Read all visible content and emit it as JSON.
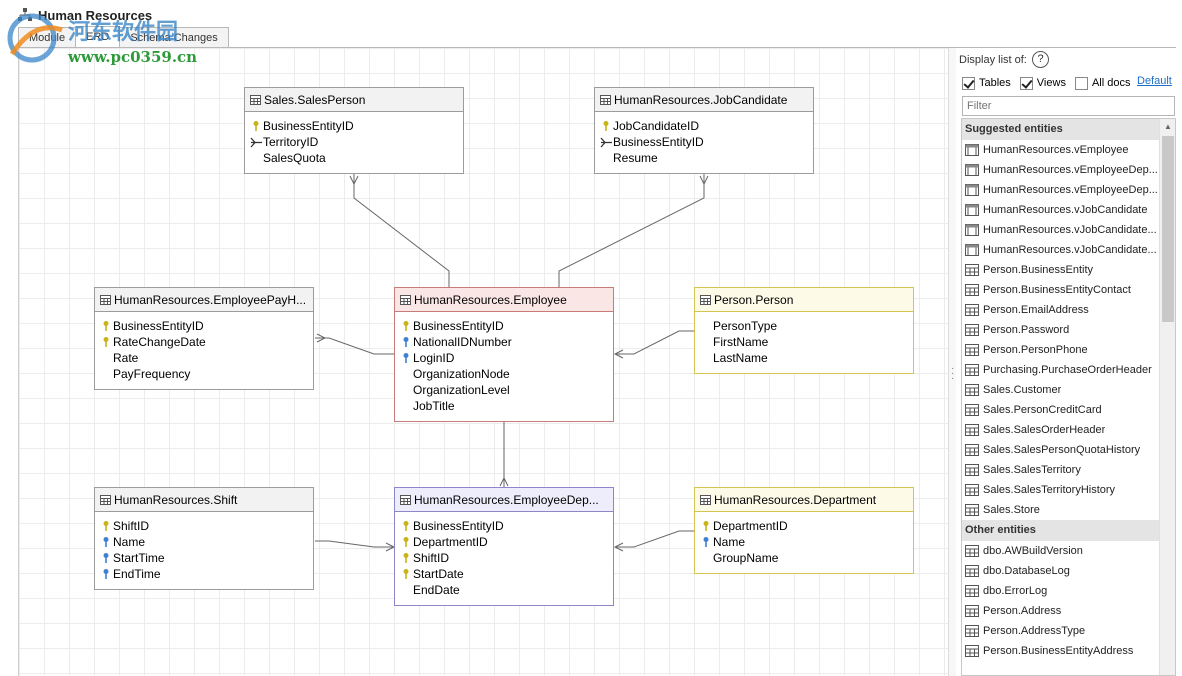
{
  "window": {
    "title": "Human Resources",
    "tabs": [
      "Module",
      "ERD",
      "Schema Changes"
    ],
    "active_tab": "ERD"
  },
  "watermark": {
    "brand": "河东软件园",
    "url": "www.pc0359.cn"
  },
  "entities": {
    "salesperson": {
      "title": "Sales.SalesPerson",
      "fields": [
        "BusinessEntityID",
        "TerritoryID",
        "SalesQuota"
      ]
    },
    "jobcandidate": {
      "title": "HumanResources.JobCandidate",
      "fields": [
        "JobCandidateID",
        "BusinessEntityID",
        "Resume"
      ]
    },
    "payhistory": {
      "title": "HumanResources.EmployeePayH...",
      "fields": [
        "BusinessEntityID",
        "RateChangeDate",
        "Rate",
        "PayFrequency"
      ]
    },
    "employee": {
      "title": "HumanResources.Employee",
      "fields": [
        "BusinessEntityID",
        "NationalIDNumber",
        "LoginID",
        "OrganizationNode",
        "OrganizationLevel",
        "JobTitle"
      ]
    },
    "person": {
      "title": "Person.Person",
      "fields": [
        "PersonType",
        "FirstName",
        "LastName"
      ]
    },
    "shift": {
      "title": "HumanResources.Shift",
      "fields": [
        "ShiftID",
        "Name",
        "StartTime",
        "EndTime"
      ]
    },
    "deptHistory": {
      "title": "HumanResources.EmployeeDep...",
      "fields": [
        "BusinessEntityID",
        "DepartmentID",
        "ShiftID",
        "StartDate",
        "EndDate"
      ]
    },
    "department": {
      "title": "HumanResources.Department",
      "fields": [
        "DepartmentID",
        "Name",
        "GroupName"
      ]
    }
  },
  "panel": {
    "display_label": "Display list of:",
    "help": "?",
    "tables_label": "Tables",
    "views_label": "Views",
    "alldocs_label": "All docs",
    "tables_checked": true,
    "views_checked": true,
    "alldocs_checked": false,
    "default_link": "Default",
    "filter_placeholder": "Filter",
    "suggested_header": "Suggested entities",
    "suggested": [
      "HumanResources.vEmployee",
      "HumanResources.vEmployeeDep...",
      "HumanResources.vEmployeeDep...",
      "HumanResources.vJobCandidate",
      "HumanResources.vJobCandidate...",
      "HumanResources.vJobCandidate...",
      "Person.BusinessEntity",
      "Person.BusinessEntityContact",
      "Person.EmailAddress",
      "Person.Password",
      "Person.PersonPhone",
      "Purchasing.PurchaseOrderHeader",
      "Sales.Customer",
      "Sales.PersonCreditCard",
      "Sales.SalesOrderHeader",
      "Sales.SalesPersonQuotaHistory",
      "Sales.SalesTerritory",
      "Sales.SalesTerritoryHistory",
      "Sales.Store"
    ],
    "other_header": "Other entities",
    "other": [
      "dbo.AWBuildVersion",
      "dbo.DatabaseLog",
      "dbo.ErrorLog",
      "Person.Address",
      "Person.AddressType",
      "Person.BusinessEntityAddress"
    ]
  },
  "colors": {
    "pink_header": "#fbe6e6",
    "yellow_header": "#fdfbe8",
    "purple_header": "#eeedfb",
    "link": "#1d6fc9"
  }
}
